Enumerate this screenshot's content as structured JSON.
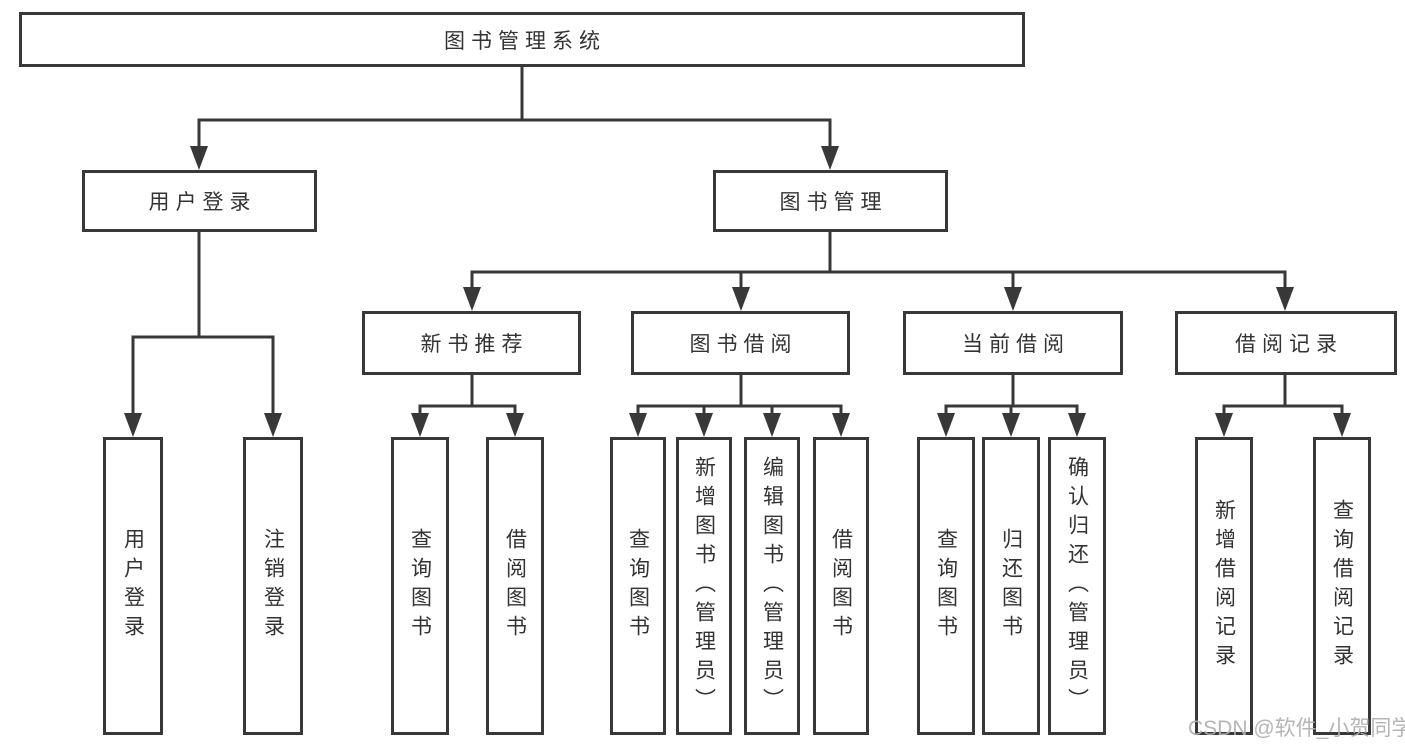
{
  "tree": {
    "title": "图书管理系统",
    "branches": [
      {
        "label": "用户登录",
        "children": [
          "用户登录",
          "注销登录"
        ]
      },
      {
        "label": "图书管理",
        "sections": [
          {
            "label": "新书推荐",
            "children": [
              "查询图书",
              "借阅图书"
            ]
          },
          {
            "label": "图书借阅",
            "children": [
              "查询图书",
              "新增图书（管理员）",
              "编辑图书（管理员）",
              "借阅图书"
            ]
          },
          {
            "label": "当前借阅",
            "children": [
              "查询图书",
              "归还图书",
              "确认归还（管理员）"
            ]
          },
          {
            "label": "借阅记录",
            "children": [
              "新增借阅记录",
              "查询借阅记录"
            ]
          }
        ]
      }
    ]
  },
  "colors": {
    "line": "#383838",
    "text": "#333333",
    "watermark": "#afafaf",
    "background": "#ffffff"
  },
  "watermark": "CSDN @软件_小贺同学"
}
